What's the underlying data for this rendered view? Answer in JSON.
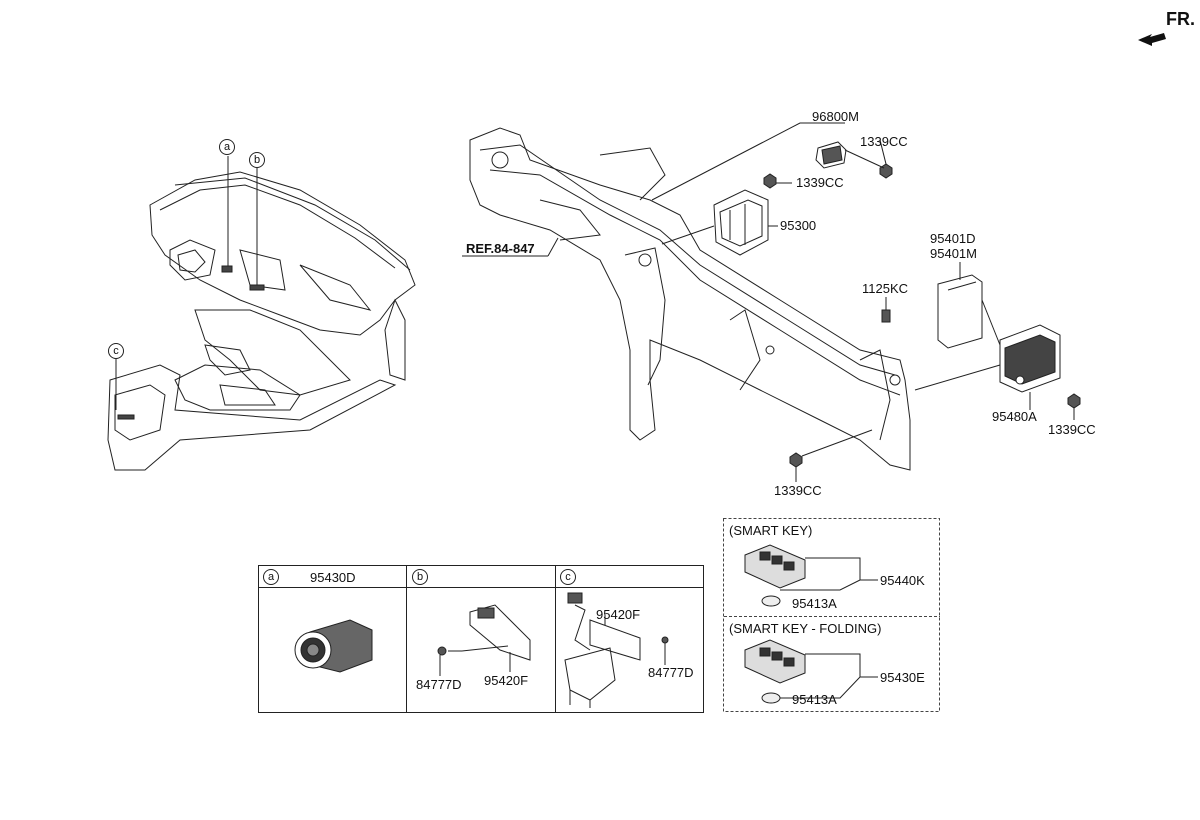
{
  "header": {
    "front_label": "FR."
  },
  "reference": {
    "label": "REF.84-847"
  },
  "callouts": {
    "a": "a",
    "b": "b",
    "c": "c"
  },
  "parts": {
    "p96800M": "96800M",
    "p1339CC_1": "1339CC",
    "p1339CC_2": "1339CC",
    "p1339CC_3": "1339CC",
    "p1339CC_4": "1339CC",
    "p95300": "95300",
    "p95401D": "95401D",
    "p95401M": "95401M",
    "p1125KC": "1125KC",
    "p95480A": "95480A"
  },
  "detail_table": {
    "a": {
      "marker": "a",
      "part": "95430D"
    },
    "b": {
      "marker": "b",
      "fastener": "84777D",
      "part": "95420F"
    },
    "c": {
      "marker": "c",
      "part": "95420F",
      "fastener": "84777D"
    }
  },
  "smart_key": {
    "title": "(SMART KEY)",
    "key_part": "95440K",
    "battery_part": "95413A"
  },
  "smart_key_folding": {
    "title": "(SMART KEY - FOLDING)",
    "key_part": "95430E",
    "battery_part": "95413A"
  }
}
